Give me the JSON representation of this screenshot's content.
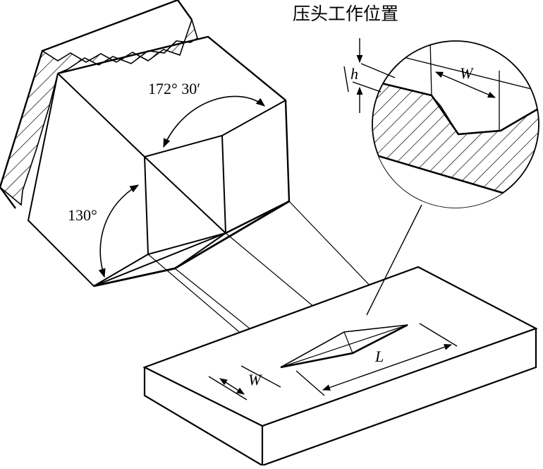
{
  "title": "压头工作位置",
  "angles": {
    "top_angle": "172° 30′",
    "side_angle": "130°"
  },
  "dimensions": {
    "width_symbol": "W",
    "length_symbol": "L",
    "depth_symbol": "h"
  }
}
